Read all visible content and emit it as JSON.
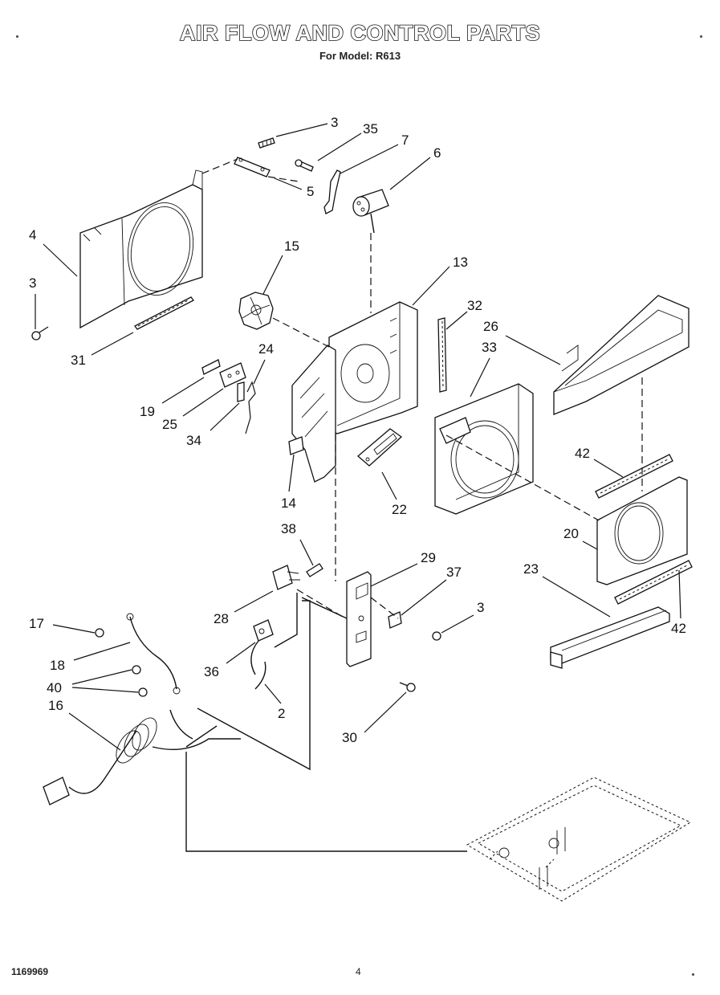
{
  "header": {
    "title": "AIR FLOW AND CONTROL PARTS",
    "subtitle": "For Model: R613"
  },
  "footer": {
    "doc_number": "1169969",
    "page_number": "4"
  },
  "callouts": [
    {
      "id": "c1",
      "label": "3"
    },
    {
      "id": "c2",
      "label": "35"
    },
    {
      "id": "c3",
      "label": "7"
    },
    {
      "id": "c4",
      "label": "6"
    },
    {
      "id": "c5",
      "label": "5"
    },
    {
      "id": "c6",
      "label": "4"
    },
    {
      "id": "c7",
      "label": "3"
    },
    {
      "id": "c8",
      "label": "15"
    },
    {
      "id": "c9",
      "label": "13"
    },
    {
      "id": "c10",
      "label": "32"
    },
    {
      "id": "c11",
      "label": "26"
    },
    {
      "id": "c12",
      "label": "33"
    },
    {
      "id": "c13",
      "label": "31"
    },
    {
      "id": "c14",
      "label": "24"
    },
    {
      "id": "c15",
      "label": "19"
    },
    {
      "id": "c16",
      "label": "25"
    },
    {
      "id": "c17",
      "label": "34"
    },
    {
      "id": "c18",
      "label": "14"
    },
    {
      "id": "c19",
      "label": "22"
    },
    {
      "id": "c20",
      "label": "42"
    },
    {
      "id": "c21",
      "label": "20"
    },
    {
      "id": "c22",
      "label": "38"
    },
    {
      "id": "c23",
      "label": "29"
    },
    {
      "id": "c24",
      "label": "37"
    },
    {
      "id": "c25",
      "label": "23"
    },
    {
      "id": "c26",
      "label": "3"
    },
    {
      "id": "c27",
      "label": "42"
    },
    {
      "id": "c28",
      "label": "17"
    },
    {
      "id": "c29",
      "label": "28"
    },
    {
      "id": "c30",
      "label": "18"
    },
    {
      "id": "c31",
      "label": "36"
    },
    {
      "id": "c32",
      "label": "40"
    },
    {
      "id": "c33",
      "label": "16"
    },
    {
      "id": "c34",
      "label": "2"
    },
    {
      "id": "c35",
      "label": "30"
    }
  ]
}
